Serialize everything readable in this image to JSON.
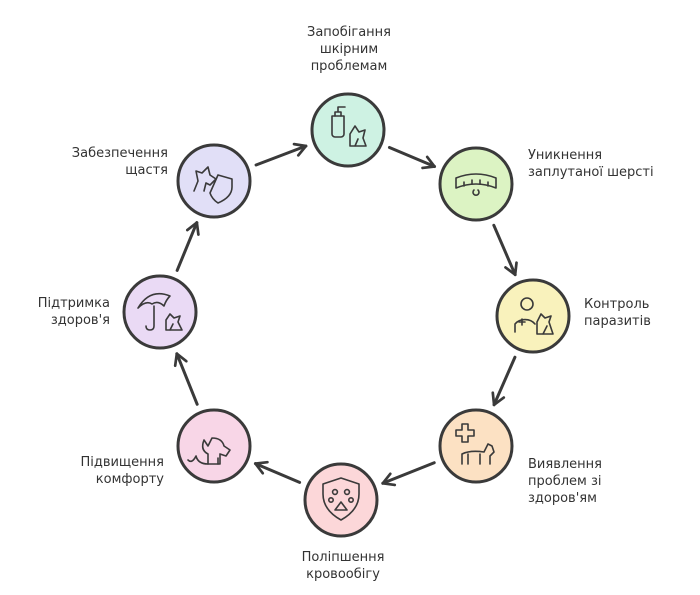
{
  "cycle": {
    "nodes": [
      {
        "id": "top",
        "label": "Запобігання\nшкірним\nпроблемам",
        "color": "#c6f0de",
        "icon": "soap-bottle-and-dog-icon"
      },
      {
        "id": "upper-right",
        "label": "Уникнення\nзаплутаної шерсті",
        "color": "#d6f1b8",
        "icon": "dog-collar-icon"
      },
      {
        "id": "right",
        "label": "Контроль\nпаразитів",
        "color": "#f8f0b0",
        "icon": "vet-and-dog-icon"
      },
      {
        "id": "lower-right",
        "label": "Виявлення\nпроблем зі\nздоров'ям",
        "color": "#fbdcb8",
        "icon": "medical-cross-dog-icon"
      },
      {
        "id": "bottom",
        "label": "Поліпшення\nкровообігу",
        "color": "#fbd0d2",
        "icon": "paw-shield-icon"
      },
      {
        "id": "lower-left",
        "label": "Підвищення\nкомфорту",
        "color": "#f7cfe3",
        "icon": "sitting-dog-icon"
      },
      {
        "id": "left",
        "label": "Підтримка\nздоров'я",
        "color": "#e6d3f3",
        "icon": "umbrella-dog-icon"
      },
      {
        "id": "upper-left",
        "label": "Забезпечення\nщастя",
        "color": "#dcd9f6",
        "icon": "dog-heart-shield-icon"
      }
    ],
    "stroke_color": "#3a3a3a"
  }
}
